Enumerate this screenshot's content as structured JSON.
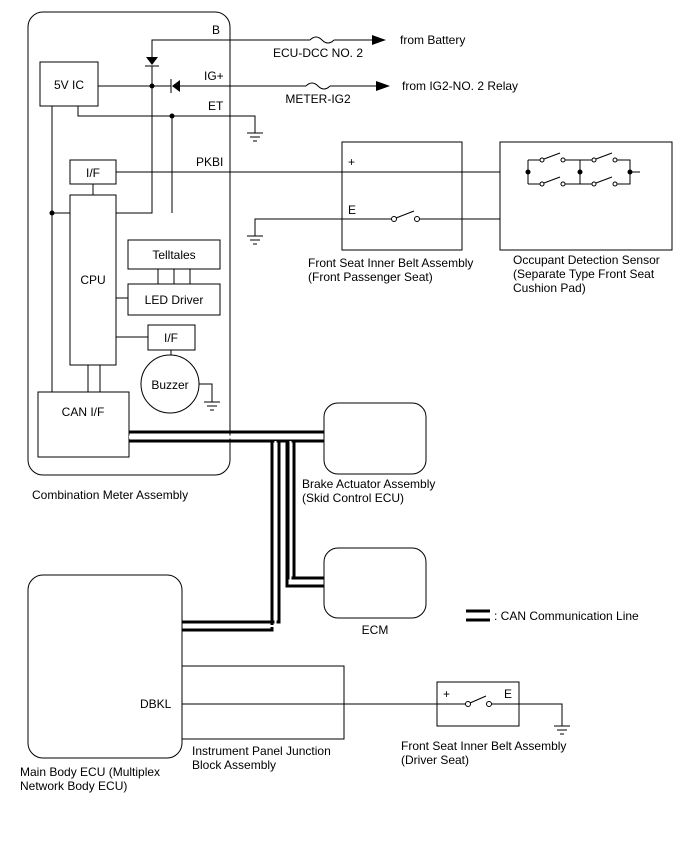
{
  "meter": {
    "title": "Combination Meter Assembly",
    "ic5v": "5V IC",
    "if_top": "I/F",
    "cpu": "CPU",
    "telltales": "Telltales",
    "led_driver": "LED Driver",
    "if_bottom": "I/F",
    "buzzer": "Buzzer",
    "can_if": "CAN I/F",
    "pins": {
      "b": "B",
      "ig": "IG+",
      "et": "ET",
      "pkbi": "PKBI"
    }
  },
  "power": {
    "fuse1": "ECU-DCC NO. 2",
    "fuse2": "METER-IG2",
    "from_battery": "from Battery",
    "from_relay": "from IG2-NO. 2 Relay"
  },
  "passenger_belt": {
    "plus": "+",
    "e": "E",
    "line1": "Front Seat Inner Belt Assembly",
    "line2": "(Front Passenger Seat)"
  },
  "occupant_sensor": {
    "line1": "Occupant Detection Sensor",
    "line2": "(Separate Type Front Seat",
    "line3": "Cushion Pad)"
  },
  "brake": {
    "line1": "Brake Actuator Assembly",
    "line2": "(Skid Control ECU)"
  },
  "ecm": {
    "label": "ECM"
  },
  "legend": {
    "label": ": CAN Communication Line"
  },
  "main_body": {
    "dbkl": "DBKL",
    "line1": "Main Body ECU (Multiplex",
    "line2": "Network Body ECU)"
  },
  "junction": {
    "line1": "Instrument Panel Junction",
    "line2": "Block Assembly"
  },
  "driver_belt": {
    "plus": "+",
    "e": "E",
    "line1": "Front Seat Inner Belt Assembly",
    "line2": "(Driver Seat)"
  }
}
